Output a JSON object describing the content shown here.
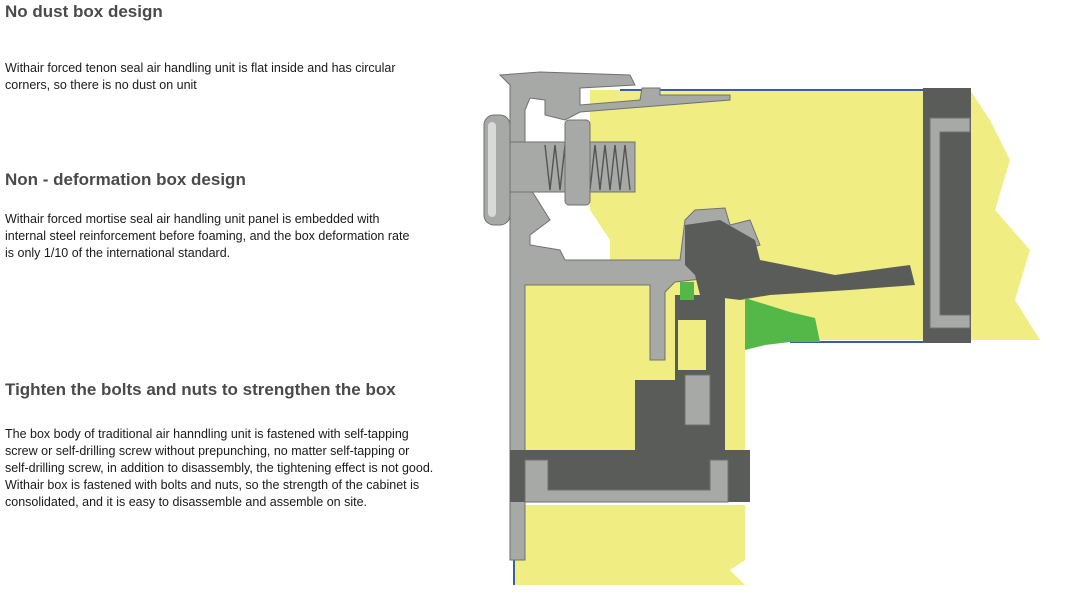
{
  "sections": [
    {
      "title": "No dust box design",
      "body": "Withair forced tenon seal air handling unit is flat inside and has circular corners, so there is no dust on unit"
    },
    {
      "title": "Non - deformation box design",
      "body": "Withair forced mortise seal air handling unit panel is embedded with internal steel reinforcement before foaming, and the box deformation rate is only 1/10 of the international standard."
    },
    {
      "title": "Tighten the bolts and nuts to strengthen the box",
      "body": "The box body of traditional air hanndling unit is fastened with self-tapping screw or self-drilling screw without prepunching, no matter self-tapping or self-drilling screw, in addition to disassembly, the tightening effect is not good. Withair box is fastened with bolts and nuts, so the strength of the cabinet is consolidated, and it is easy to disassemble and assemble on site."
    }
  ],
  "diagram": {
    "colors": {
      "foam": "#f0ee82",
      "aluminum": "#a7a9a6",
      "seal": "#5a5c5a",
      "gasket": "#53b848",
      "outline": "#3a5fa0"
    }
  }
}
